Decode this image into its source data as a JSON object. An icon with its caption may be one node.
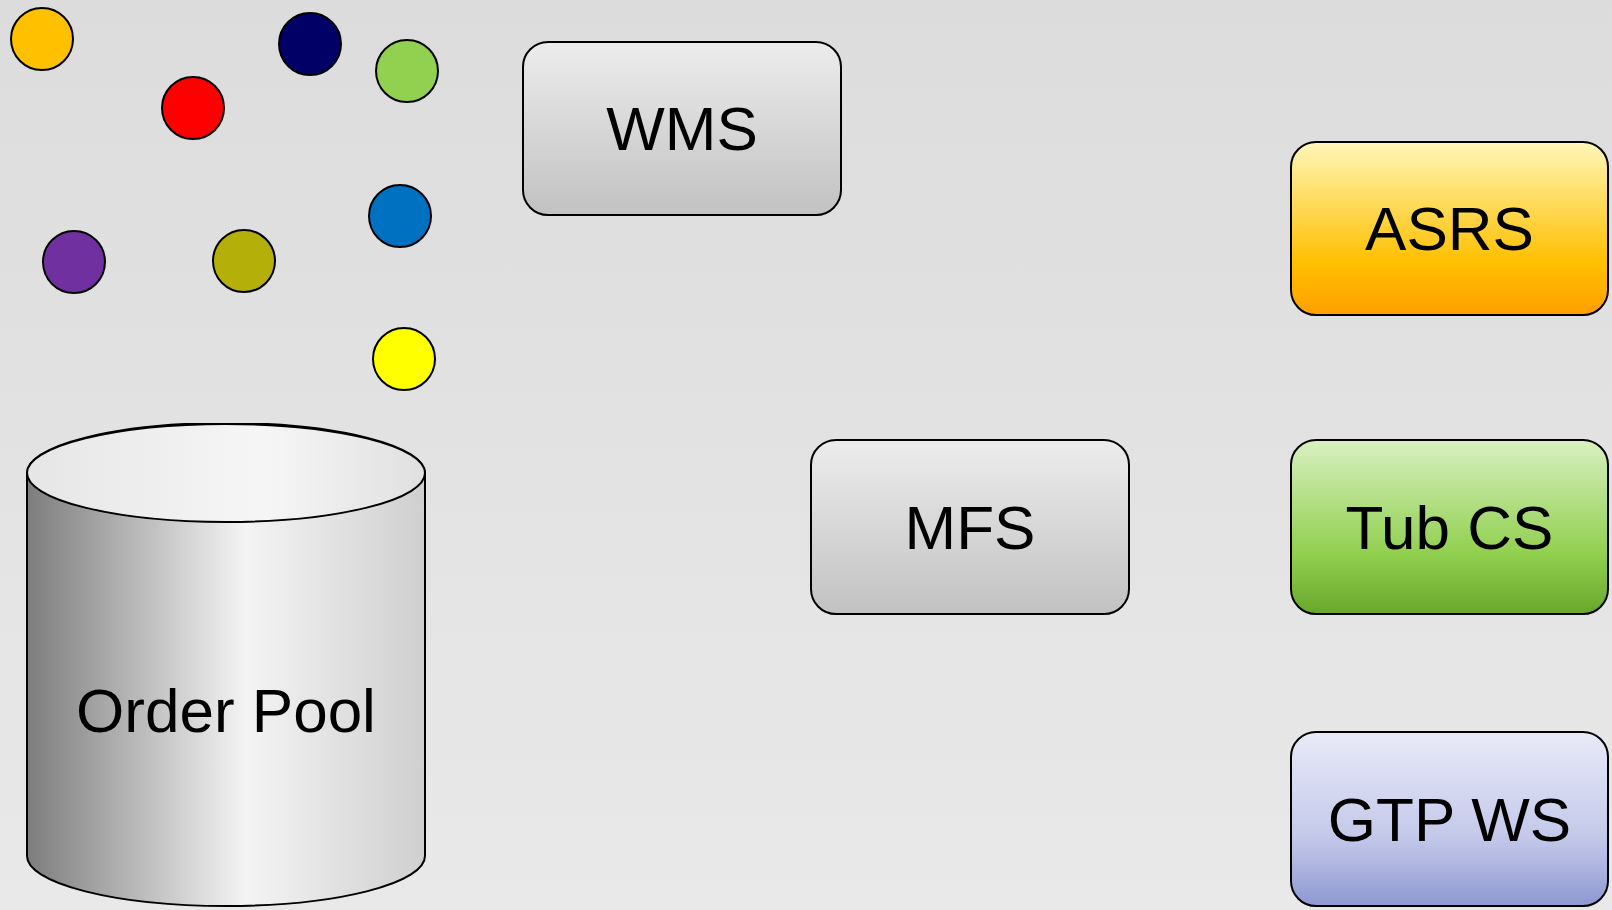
{
  "diagram": {
    "nodes": [
      {
        "text": [],
        "shape": "circle"
      },
      {
        "text": [],
        "shape": "circle"
      },
      {
        "text": [],
        "shape": "circle"
      },
      {
        "text": [],
        "shape": "circle"
      },
      {
        "text": [],
        "shape": "circle"
      },
      {
        "text": [],
        "shape": "circle"
      },
      {
        "text": [],
        "shape": "circle"
      },
      {
        "text": [],
        "shape": "circle"
      },
      {
        "text": [
          "Order Pool"
        ]
      },
      {
        "text": [
          "WMS"
        ]
      },
      {
        "text": [
          "ASRS"
        ]
      },
      {
        "text": [
          "MFS"
        ]
      },
      {
        "text": [
          "Tub CS"
        ]
      },
      {
        "text": [
          "GTP WS"
        ]
      }
    ]
  }
}
